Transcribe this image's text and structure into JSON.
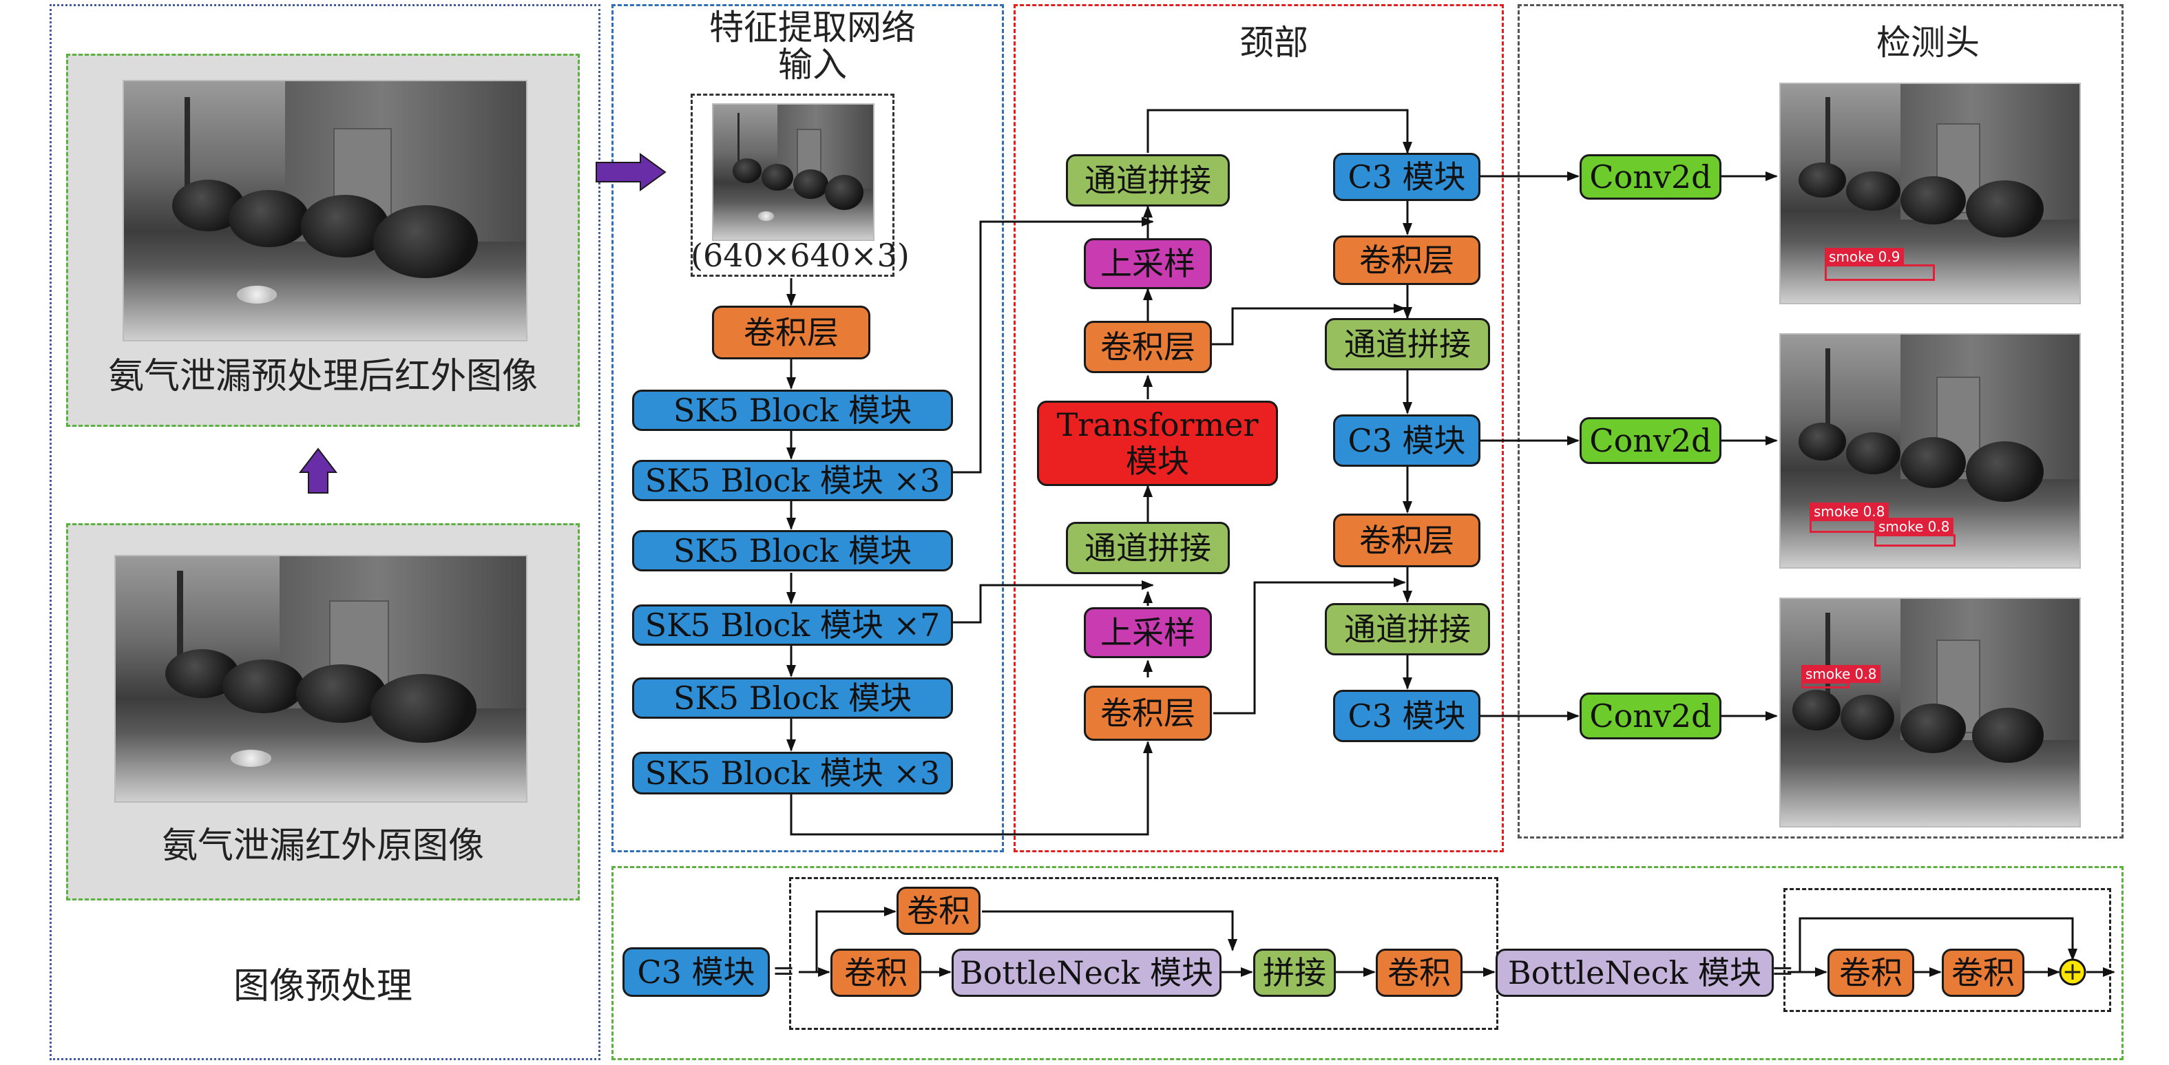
{
  "colors": {
    "backbone_block": "#2e8fd6",
    "concat": "#97bf5e",
    "conv": "#e87b35",
    "upsample": "#c93bb0",
    "transformer": "#eb2020",
    "conv2d": "#6dcc2c",
    "bottleneck": "#c4b3da",
    "region_blue": "#2f6fb5",
    "region_red": "#e02020",
    "region_gray": "#555555",
    "region_green": "#5cb040",
    "region_navy": "#3f5aa0",
    "big_arrow": "#6a2da8",
    "add_node": "#ffe600"
  },
  "preprocess": {
    "processed_caption": "氨气泄漏预处理后红外图像",
    "original_caption": "氨气泄漏红外原图像",
    "title": "图像预处理"
  },
  "backbone": {
    "title": "特征提取网络",
    "input_label": "输入",
    "input_size": "(640×640×3)",
    "conv": "卷积层",
    "sk1": "SK5 Block 模块",
    "sk2": "SK5 Block 模块 ×3",
    "sk3": "SK5 Block 模块",
    "sk4": "SK5 Block 模块 ×7",
    "sk5": "SK5 Block 模块",
    "sk6": "SK5 Block 模块 ×3"
  },
  "neck": {
    "title": "颈部",
    "concat_top": "通道拼接",
    "upsample_top": "上采样",
    "conv_mid": "卷积层",
    "transformer": "Transformer\n模块",
    "concat_mid": "通道拼接",
    "upsample_bottom": "上采样",
    "conv_bottom": "卷积层",
    "c3_a": "C3 模块",
    "conv_a": "卷积层",
    "concat_a": "通道拼接",
    "c3_b": "C3 模块",
    "conv_b": "卷积层",
    "concat_b": "通道拼接",
    "c3_c": "C3 模块"
  },
  "head": {
    "title": "检测头",
    "conv2d_1": "Conv2d",
    "conv2d_2": "Conv2d",
    "conv2d_3": "Conv2d",
    "det1": "smoke 0.9",
    "det2a": "smoke 0.8",
    "det2b": "smoke 0.8",
    "det3": "smoke 0.8"
  },
  "legend": {
    "c3": "C3 模块",
    "equals1": "=",
    "conv_skip": "卷积",
    "conv_in": "卷积",
    "bottleneck_in": "BottleNeck 模块",
    "concat": "拼接",
    "conv_out": "卷积",
    "bottleneck": "BottleNeck 模块",
    "equals2": "=",
    "conv_b1": "卷积",
    "conv_b2": "卷积",
    "add_symbol": "+"
  }
}
